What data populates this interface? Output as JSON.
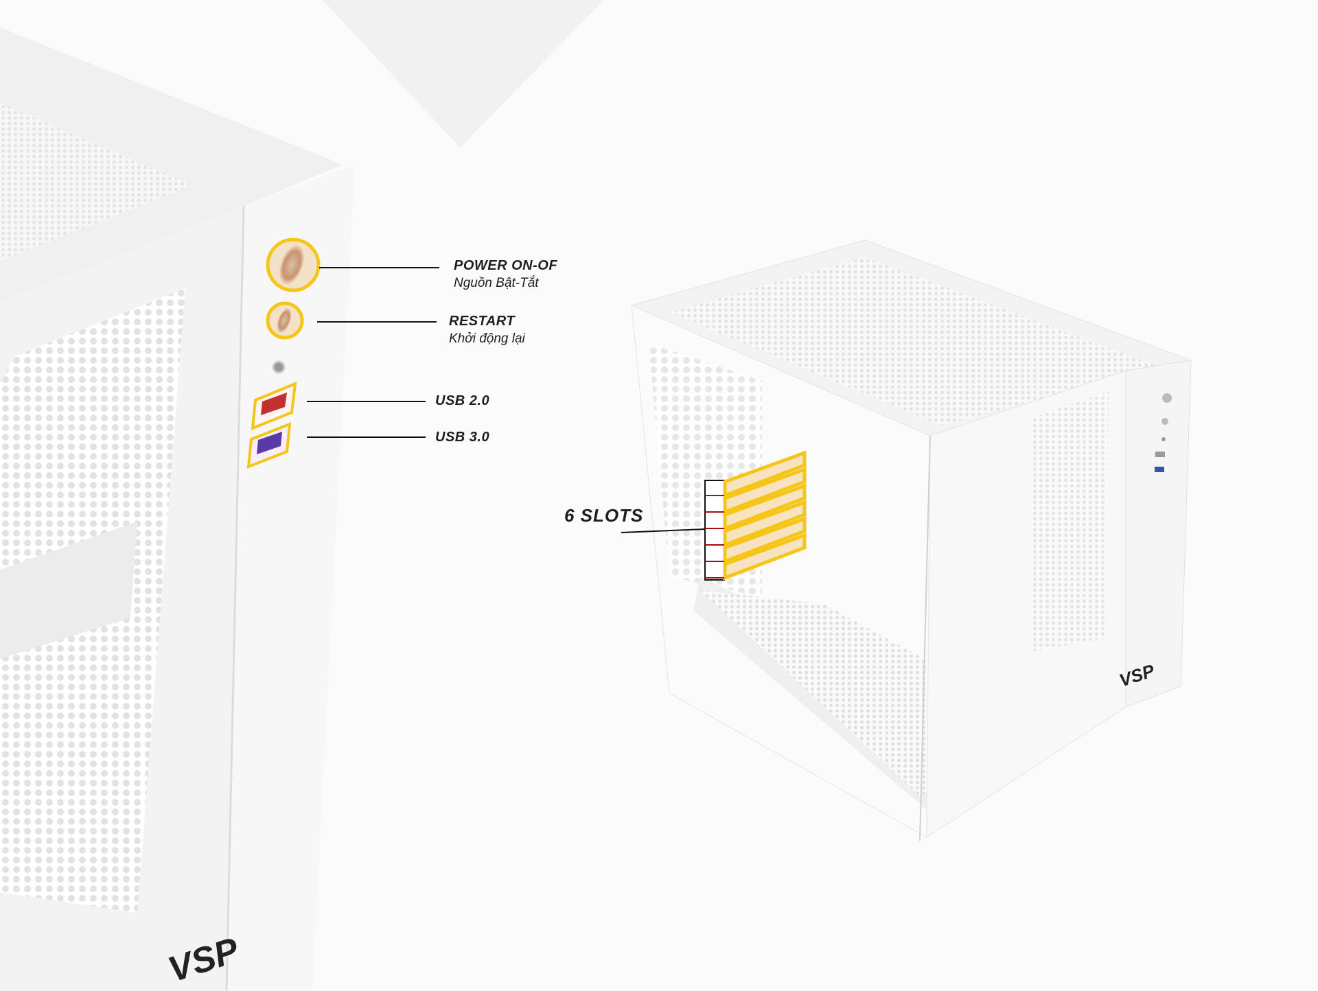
{
  "callouts": {
    "power": {
      "title": "POWER ON-OF",
      "subtitle": "Nguồn Bật-Tắt"
    },
    "restart": {
      "title": "RESTART",
      "subtitle": "Khởi động lại"
    },
    "usb2": {
      "title": "USB 2.0"
    },
    "usb3": {
      "title": "USB 3.0"
    },
    "slots": {
      "title": "6 SLOTS"
    }
  },
  "brand": {
    "logo_text": "VSP"
  },
  "colors": {
    "highlight": "#f5c518",
    "line": "#111111",
    "case": "#f4f4f4"
  }
}
